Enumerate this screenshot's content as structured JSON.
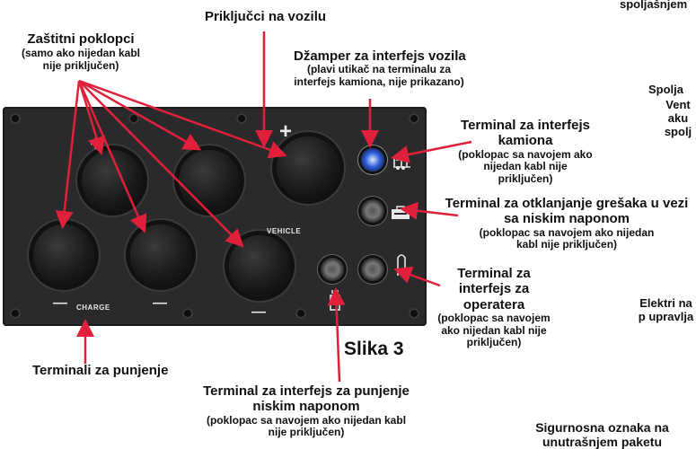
{
  "labels": {
    "vehicle_terminals": "Priključci na vozilu",
    "protective_caps_title": "Zaštitni poklopci",
    "protective_caps_sub": "(samo ako nijedan kabl nije priključen)",
    "jumper_title": "Džamper za interfejs vozila",
    "jumper_sub": "(plavi utikač na terminalu za interfejs kamiona, nije prikazano)",
    "truck_title": "Terminal za interfejs kamiona",
    "truck_sub": "(poklopac sa navojem ako nijedan kabl nije priključen)",
    "debug_title": "Terminal za otklanjanje grešaka u vezi sa niskim naponom",
    "debug_sub": "(poklopac sa navojem ako nijedan kabl nije priključen)",
    "operator_title": "Terminal za interfejs za operatera",
    "operator_sub": "(poklopac sa navojem ako nijedan kabl nije priključen)",
    "charging_terminals": "Terminali za punjenje",
    "low_voltage_title": "Terminal za interfejs za punjenje niskim naponom",
    "low_voltage_sub": "(poklopac sa navojem ako nijedan kabl nije priključen)",
    "figure": "Slika 3",
    "right_frag_1": "spoljašnjem",
    "right_frag_2": "Spolja",
    "right_frag_3": "Vent aku spolj",
    "right_frag_4": "Elektri na p upravlja",
    "right_frag_5": "Sigurnosna oznaka na unutrašnjem paketu"
  },
  "panel": {
    "vehicle": "VEHICLE",
    "charge": "CHARGE",
    "plus": "+",
    "minus": "—"
  },
  "colors": {
    "panel": "#2a2a2c",
    "arrow": "#e0203a",
    "jumper_blue": "#2b5bd6"
  }
}
